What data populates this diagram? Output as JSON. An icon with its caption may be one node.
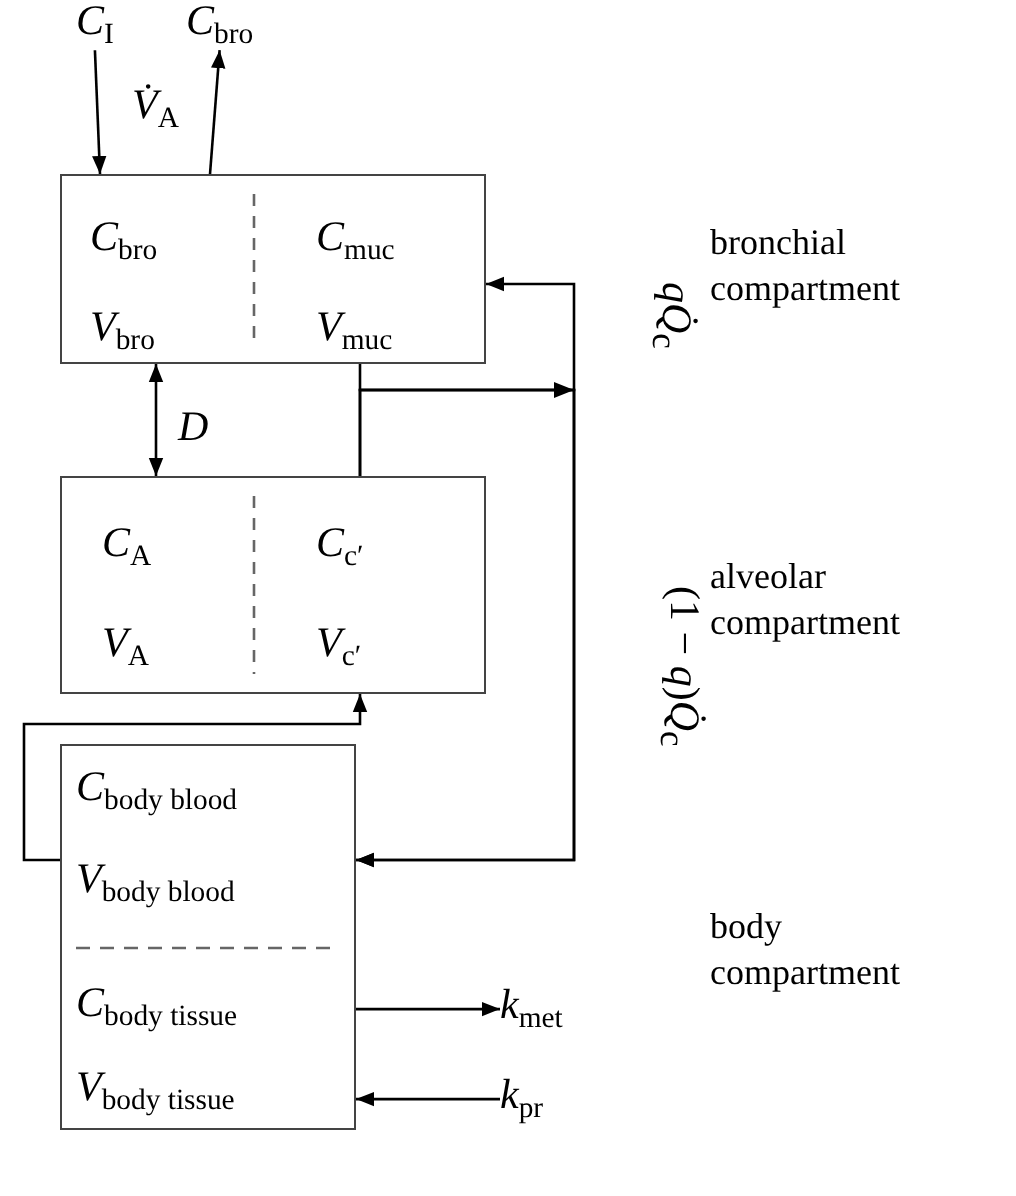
{
  "diagram": {
    "nodes": [
      {
        "text": [
          "*C*$_{I}$"
        ]
      },
      {
        "text": [
          "*C*$_{bro}$"
        ]
      },
      {
        "text": [
          "*C*$_{bro}$",
          "*C*$_{muc}$",
          "*V*$_{bro}$",
          "*V*$_{muc}$"
        ]
      },
      {
        "text": [
          "*C*$_{A}$",
          "*C*$_{c′}$",
          "*V*$_{A}$",
          "*V*$_{c′}$"
        ]
      },
      {
        "text": [
          "*C*$_{body blood}$",
          "*V*$_{body blood}$",
          "*C*$_{body tissue}$",
          "*V*$_{body tissue}$"
        ]
      },
      {
        "text": [
          "*k*$_{met}$"
        ]
      },
      {
        "text": [
          "*k*$_{pr}$"
        ]
      }
    ],
    "edges": [
      {
        "from": 0,
        "to": 2,
        "arrow": "to"
      },
      {
        "from": 2,
        "to": 1,
        "arrow": "to"
      },
      {
        "from": 2,
        "to": 3,
        "arrow": "both",
        "label": "*D*"
      },
      {
        "from": 2,
        "to": 4,
        "arrow": "to"
      },
      {
        "from": 3,
        "to": 2,
        "arrow": "to",
        "label": "*qQ̇*$_{c}$"
      },
      {
        "from": 3,
        "to": 4,
        "arrow": "to",
        "label": "(1 − *q*)*Q̇*$_{c}$"
      },
      {
        "from": 4,
        "to": 3,
        "arrow": "to"
      },
      {
        "from": 4,
        "to": 5,
        "arrow": "to"
      },
      {
        "from": 6,
        "to": 4,
        "arrow": "to"
      }
    ],
    "labels": [
      "*V̇*$_{A}$",
      "bronchial compartment",
      "alveolar compartment",
      "body compartment"
    ]
  }
}
